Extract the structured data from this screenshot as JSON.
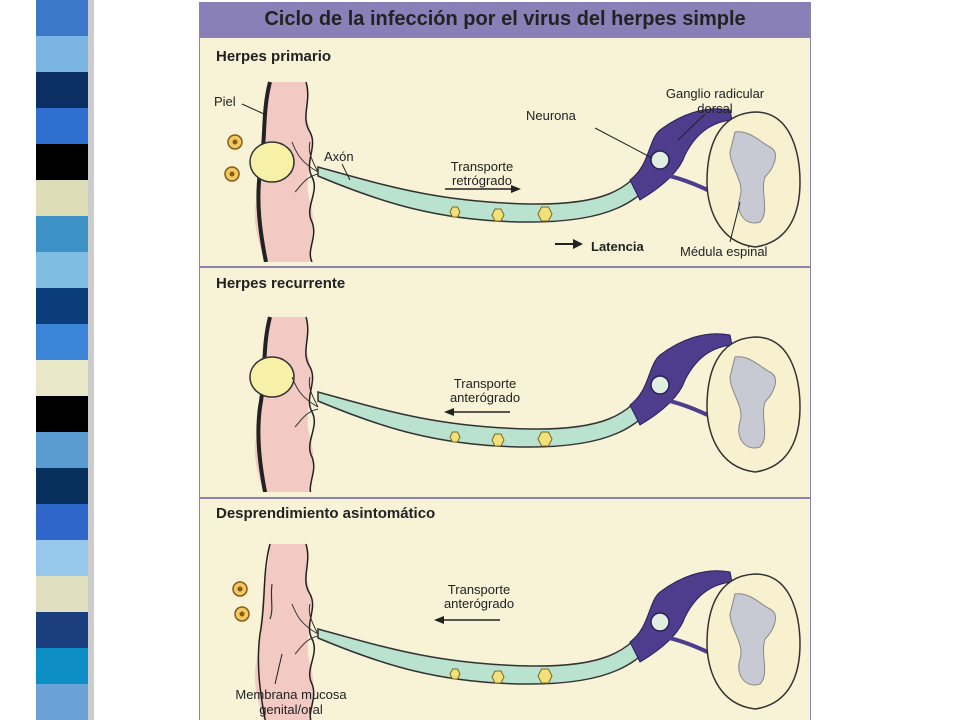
{
  "title": "Ciclo de la infección por el virus del herpes simple",
  "panels": [
    {
      "title": "Herpes primario",
      "labels": {
        "skin": "Piel",
        "axon": "Axón",
        "neuron": "Neurona",
        "ganglion_line1": "Ganglio radicular",
        "ganglion_line2": "dorsal",
        "transport_line1": "Transporte",
        "transport_line2": "retrógrado",
        "latency": "Latencia",
        "spinal_cord": "Médula espinal"
      }
    },
    {
      "title": "Herpes recurrente",
      "labels": {
        "transport_line1": "Transporte",
        "transport_line2": "anterógrado"
      }
    },
    {
      "title": "Desprendimiento asintomático",
      "labels": {
        "transport_line1": "Transporte",
        "transport_line2": "anterógrado",
        "mucosa_line1": "Membrana mucosa",
        "mucosa_line2": "genital/oral"
      }
    }
  ],
  "colors": {
    "background": "#f8f2d7",
    "title_bar": "#8a80b8",
    "skin": "#f2c9c3",
    "axon": "#b9e3cf",
    "neuron": "#4d3d8c",
    "virus": "#f2e07a",
    "spinal_gray": "#c8cad3"
  },
  "stripe_colors": [
    "#3b78c9",
    "#7bb6e3",
    "#0c2f63",
    "#2e6fd0",
    "#000000",
    "#ddddb8",
    "#3d93c6",
    "#7fbde3",
    "#0a3d7a",
    "#3a85d8",
    "#e8e8c8",
    "#000000",
    "#5a9bd2",
    "#07305f",
    "#2f66c9",
    "#97c8ec",
    "#e0e0c0",
    "#1b3f7e",
    "#0d8fc6",
    "#6aa2d8"
  ]
}
